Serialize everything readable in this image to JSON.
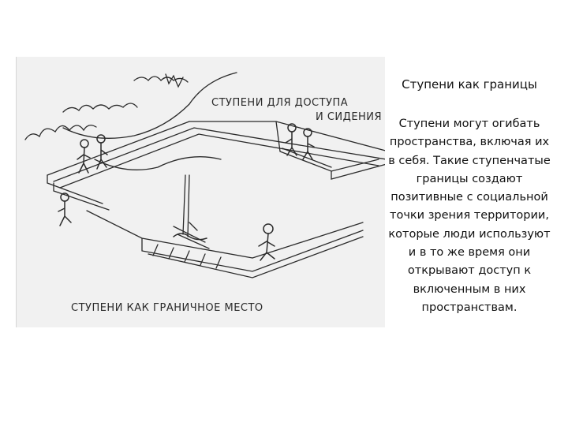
{
  "slide": {
    "title": "Ступени как границы",
    "body": "Ступени могут огибать пространства, включая их в себя. Такие ступенчатые границы создают позитивные с социальной точки зрения территории, которые люди используют и в то же время они открывают доступ к включенным в них пространствам."
  },
  "sketch": {
    "label_top_line1": "СТУПЕНИ ДЛЯ ДОСТУПА",
    "label_top_line2": "И СИДЕНИЯ",
    "label_bottom": "СТУПЕНИ КАК ГРАНИЧНОЕ МЕСТО"
  }
}
